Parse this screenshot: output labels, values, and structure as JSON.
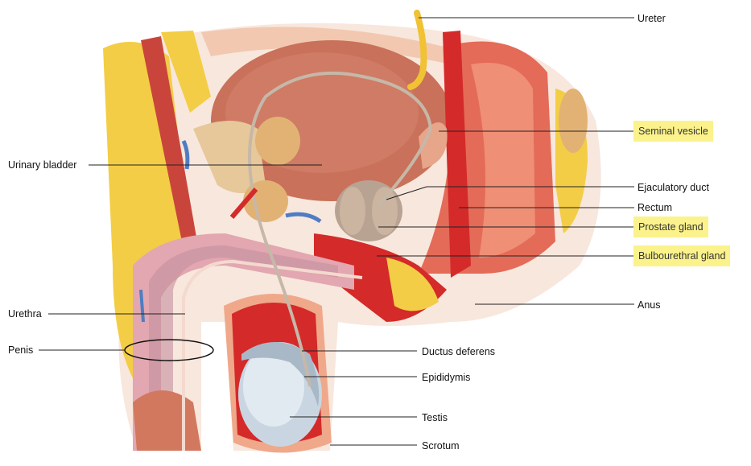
{
  "labels": {
    "ureter": "Ureter",
    "seminal_vesicle": "Seminal vesicle",
    "urinary_bladder": "Urinary bladder",
    "ejaculatory_duct": "Ejaculatory duct",
    "rectum": "Rectum",
    "prostate_gland": "Prostate gland",
    "bulbourethral_gland": "Bulbourethral gland",
    "anus": "Anus",
    "urethra": "Urethra",
    "penis": "Penis",
    "ductus_deferens": "Ductus deferens",
    "epididymis": "Epididymis",
    "testis": "Testis",
    "scrotum": "Scrotum"
  },
  "colors": {
    "highlight": "#fbf28c",
    "muscle": "#c9715a",
    "fat": "#f3cd45",
    "red_tissue": "#d42a2a",
    "testis": "#c9d6e2"
  }
}
